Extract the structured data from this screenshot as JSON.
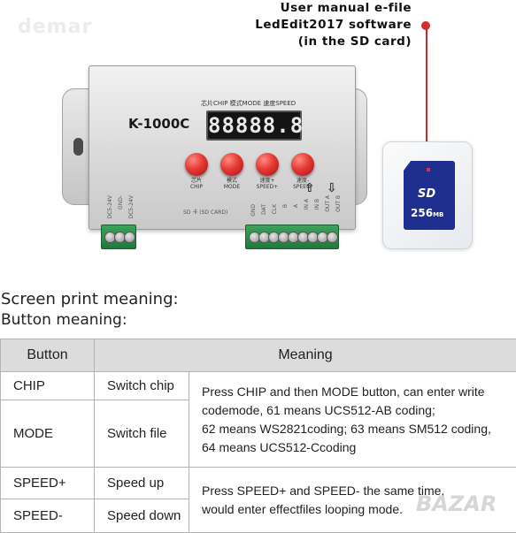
{
  "watermark": {
    "top": "demar",
    "bottom": "BAZAR"
  },
  "callout": {
    "line1": "User manual e-file",
    "line2": "LedEdit2017 software",
    "line3": "(in the SD card)"
  },
  "device": {
    "model": "K-1000C",
    "lcd_header": "芯片CHIP 模式MODE 速度SPEED",
    "lcd_display": "88888.8",
    "buttons": [
      {
        "cn": "芯片",
        "en": "CHIP"
      },
      {
        "cn": "模式",
        "en": "MODE"
      },
      {
        "cn": "速度+",
        "en": "SPEED+"
      },
      {
        "cn": "速度-",
        "en": "SPEED-"
      }
    ],
    "sd_label": "SD 卡 (SD CARD)",
    "power_labels": [
      "DC5-24V",
      "GND-",
      "DC5-24V"
    ],
    "port_labels": [
      "GND",
      "DAT",
      "CLK",
      "B",
      "A",
      "IN A",
      "IN B",
      "OUT A",
      "OUT B"
    ]
  },
  "sd_card": {
    "logo": "SD",
    "size": "256",
    "unit": "MB"
  },
  "screen_print_heading": "Screen print meaning:",
  "button_meaning_heading": "Button meaning:",
  "table": {
    "headers": [
      "Button",
      "Meaning"
    ],
    "rows": [
      {
        "button": "CHIP",
        "function": "Switch chip"
      },
      {
        "button": "MODE",
        "function": "Switch file"
      },
      {
        "button": "SPEED+",
        "function": "Speed up"
      },
      {
        "button": "SPEED-",
        "function": "Speed down"
      }
    ],
    "meaning_1": [
      "Press CHIP and then MODE button, can enter write",
      "codemode, 61 means UCS512-AB coding;",
      "62 means WS2821coding; 63 means SM512 coding,",
      "64 means UCS512-Ccoding"
    ],
    "meaning_2": [
      "Press SPEED+ and SPEED- the same time,",
      "would enter effectfiles looping mode."
    ]
  }
}
